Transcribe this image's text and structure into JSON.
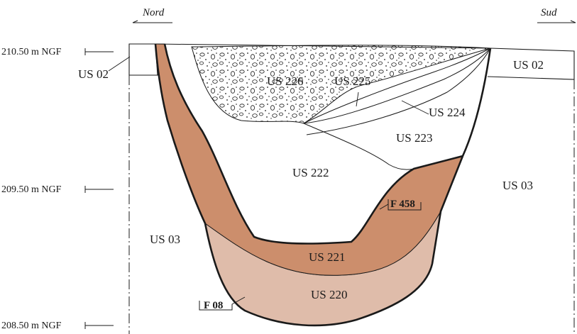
{
  "directions": {
    "north": "Nord",
    "south": "Sud"
  },
  "levels": [
    {
      "id": "top",
      "text": "210.50 m NGF"
    },
    {
      "id": "mid",
      "text": "209.50 m NGF"
    },
    {
      "id": "bot",
      "text": "208.50 m NGF"
    }
  ],
  "units": {
    "us02_left": "US 02",
    "us02_right": "US 02",
    "us03_left": "US 03",
    "us03_right": "US 03",
    "us226": "US 226",
    "us225": "US 225",
    "us224": "US 224",
    "us223": "US 223",
    "us222": "US 222",
    "us221": "US 221",
    "us220": "US 220"
  },
  "features": {
    "f458": "F 458",
    "f08": "F 08"
  },
  "colors": {
    "fill_us221": "#cc8e6c",
    "fill_us220": "#dfbcaa",
    "outline": "#1a1a1a",
    "background": "#ffffff"
  }
}
